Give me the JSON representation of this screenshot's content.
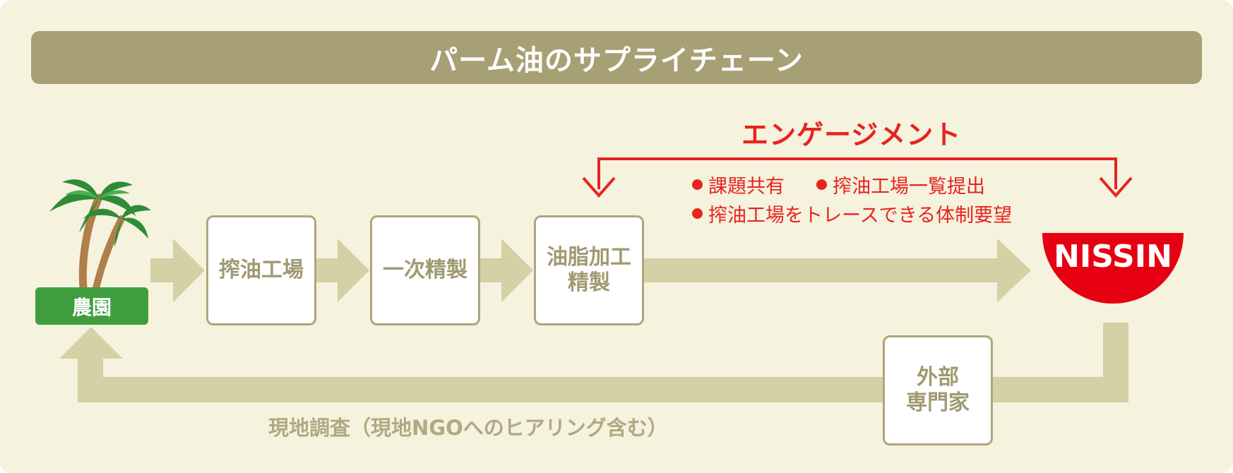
{
  "title": "パーム油のサプライチェーン",
  "nodes": {
    "farm": "農園",
    "crushing_mill": "搾油工場",
    "primary_refining": "一次精製",
    "processing_refining": "油脂加工\n精製",
    "external_experts": "外部\n専門家",
    "company_logo": "NISSIN"
  },
  "engagement": {
    "title": "エンゲージメント",
    "items": [
      "課題共有",
      "搾油工場一覧提出",
      "搾油工場をトレースできる体制要望"
    ]
  },
  "return_flow_label": "現地調査（現地NGOへのヒアリング含む）",
  "colors": {
    "background": "#f5f2de",
    "header": "#a8a075",
    "flow_arrow": "#d3d1a5",
    "box_border": "#ada67d",
    "farm_label": "#3e9e3e",
    "engagement_red": "#e8231f",
    "logo_red": "#e60012"
  }
}
